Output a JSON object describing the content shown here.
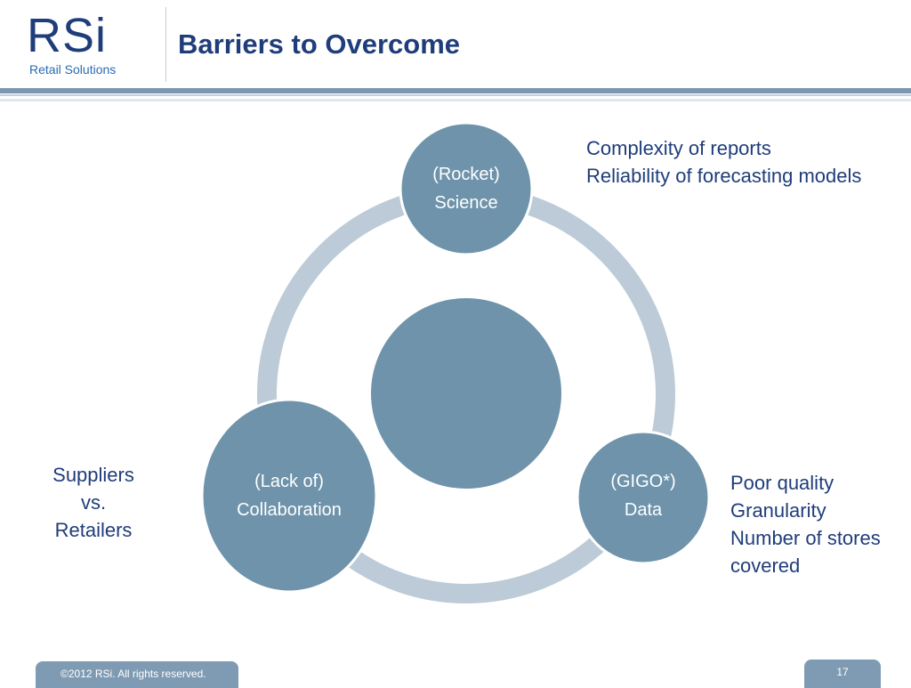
{
  "header": {
    "logo_text": "RSi",
    "logo_subtitle": "Retail Solutions",
    "title": "Barriers to Overcome"
  },
  "diagram": {
    "nodes": [
      {
        "id": "science",
        "line1": "(Rocket)",
        "line2": "Science"
      },
      {
        "id": "collaboration",
        "line1": "(Lack of)",
        "line2": "Collaboration"
      },
      {
        "id": "data",
        "line1": "(GIGO*)",
        "line2": "Data"
      }
    ],
    "notes": {
      "science": [
        "Complexity of reports",
        "Reliability of forecasting models"
      ],
      "collaboration": [
        "Suppliers",
        "vs.",
        "Retailers"
      ],
      "data": [
        "Poor quality",
        "Granularity",
        "Number of stores",
        "covered"
      ]
    }
  },
  "footer": {
    "copyright": "©2012 RSi. All rights reserved.",
    "page_number": "17"
  },
  "colors": {
    "title": "#1f3d7a",
    "node_fill": "#6e93aa",
    "ring": "#bccbd7",
    "footer": "#7f9bb3"
  }
}
